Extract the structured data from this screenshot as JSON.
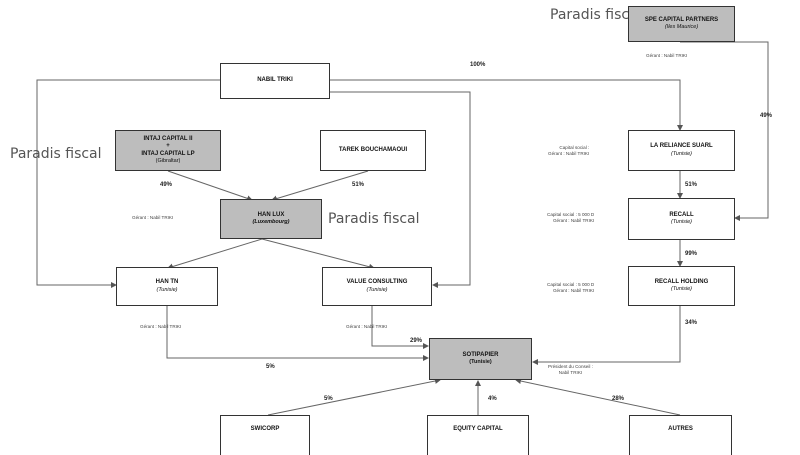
{
  "labels": {
    "paradis_top": "Paradis fiscal",
    "paradis_left": "Paradis fiscal",
    "paradis_mid": "Paradis fiscal"
  },
  "entities": {
    "spe": {
      "name": "SPE CAPITAL PARTNERS",
      "sub": "(Iles Maurice)"
    },
    "nabil": {
      "name": "NABIL TRIKI"
    },
    "intaj": {
      "line1": "INTAJ CAPITAL II",
      "line2": "+",
      "line3": "INTAJ CAPITAL LP",
      "sub": "(Gibraltar)"
    },
    "tarek": {
      "name": "TAREK BOUCHAMAOUI"
    },
    "hanlux": {
      "name": "HAN LUX",
      "sub": "(Luxembourg)"
    },
    "hantn": {
      "name": "HAN TN",
      "sub": "(Tunisie)"
    },
    "value": {
      "name": "VALUE CONSULTING",
      "sub": "(Tunisie)"
    },
    "reliance": {
      "name": "LA RELIANCE SUARL",
      "sub": "(Tunisie)"
    },
    "recall": {
      "name": "RECALL",
      "sub": "(Tunisie)"
    },
    "holding": {
      "name": "RECALL HOLDING",
      "sub": "(Tunisie)"
    },
    "sotipapier": {
      "name": "SOTIPAPIER",
      "sub": "(Tunisie)"
    },
    "swicorp": {
      "name": "SWICORP"
    },
    "equity": {
      "name": "EQUITY CAPITAL"
    },
    "autres": {
      "name": "AUTRES"
    }
  },
  "notes": {
    "spe_gerant": "Gérant : Nabil TRIKI",
    "hanlux_gerant": "Gérant : Nabil TRIKI",
    "hantn_gerant": "Gérant : Nabil TRIKI",
    "value_gerant": "Gérant : Nabil TRIKI",
    "reliance_l1": "Capital social :",
    "reliance_l2": "Gérant : Nabil TRIKI",
    "recall_l1": "Capital social : 5 000 D",
    "recall_l2": "Gérant : Nabil TRIKI",
    "holding_l1": "Capital social : 5 000 D",
    "holding_l2": "Gérant : Nabil TRIKI",
    "sotipapier_l1": "Président du Conseil :",
    "sotipapier_l2": "Nabil TRIKI"
  },
  "percents": {
    "nabil_reliance": "100%",
    "spe_recall": "49%",
    "intaj_hanlux": "49%",
    "tarek_hanlux": "51%",
    "reliance_recall": "51%",
    "recall_holding": "99%",
    "holding_sotipapier": "34%",
    "value_sotipapier": "29%",
    "hantn_sotipapier": "5%",
    "swicorp_sotipapier": "5%",
    "equity_sotipapier": "4%",
    "autres_sotipapier": "28%"
  }
}
